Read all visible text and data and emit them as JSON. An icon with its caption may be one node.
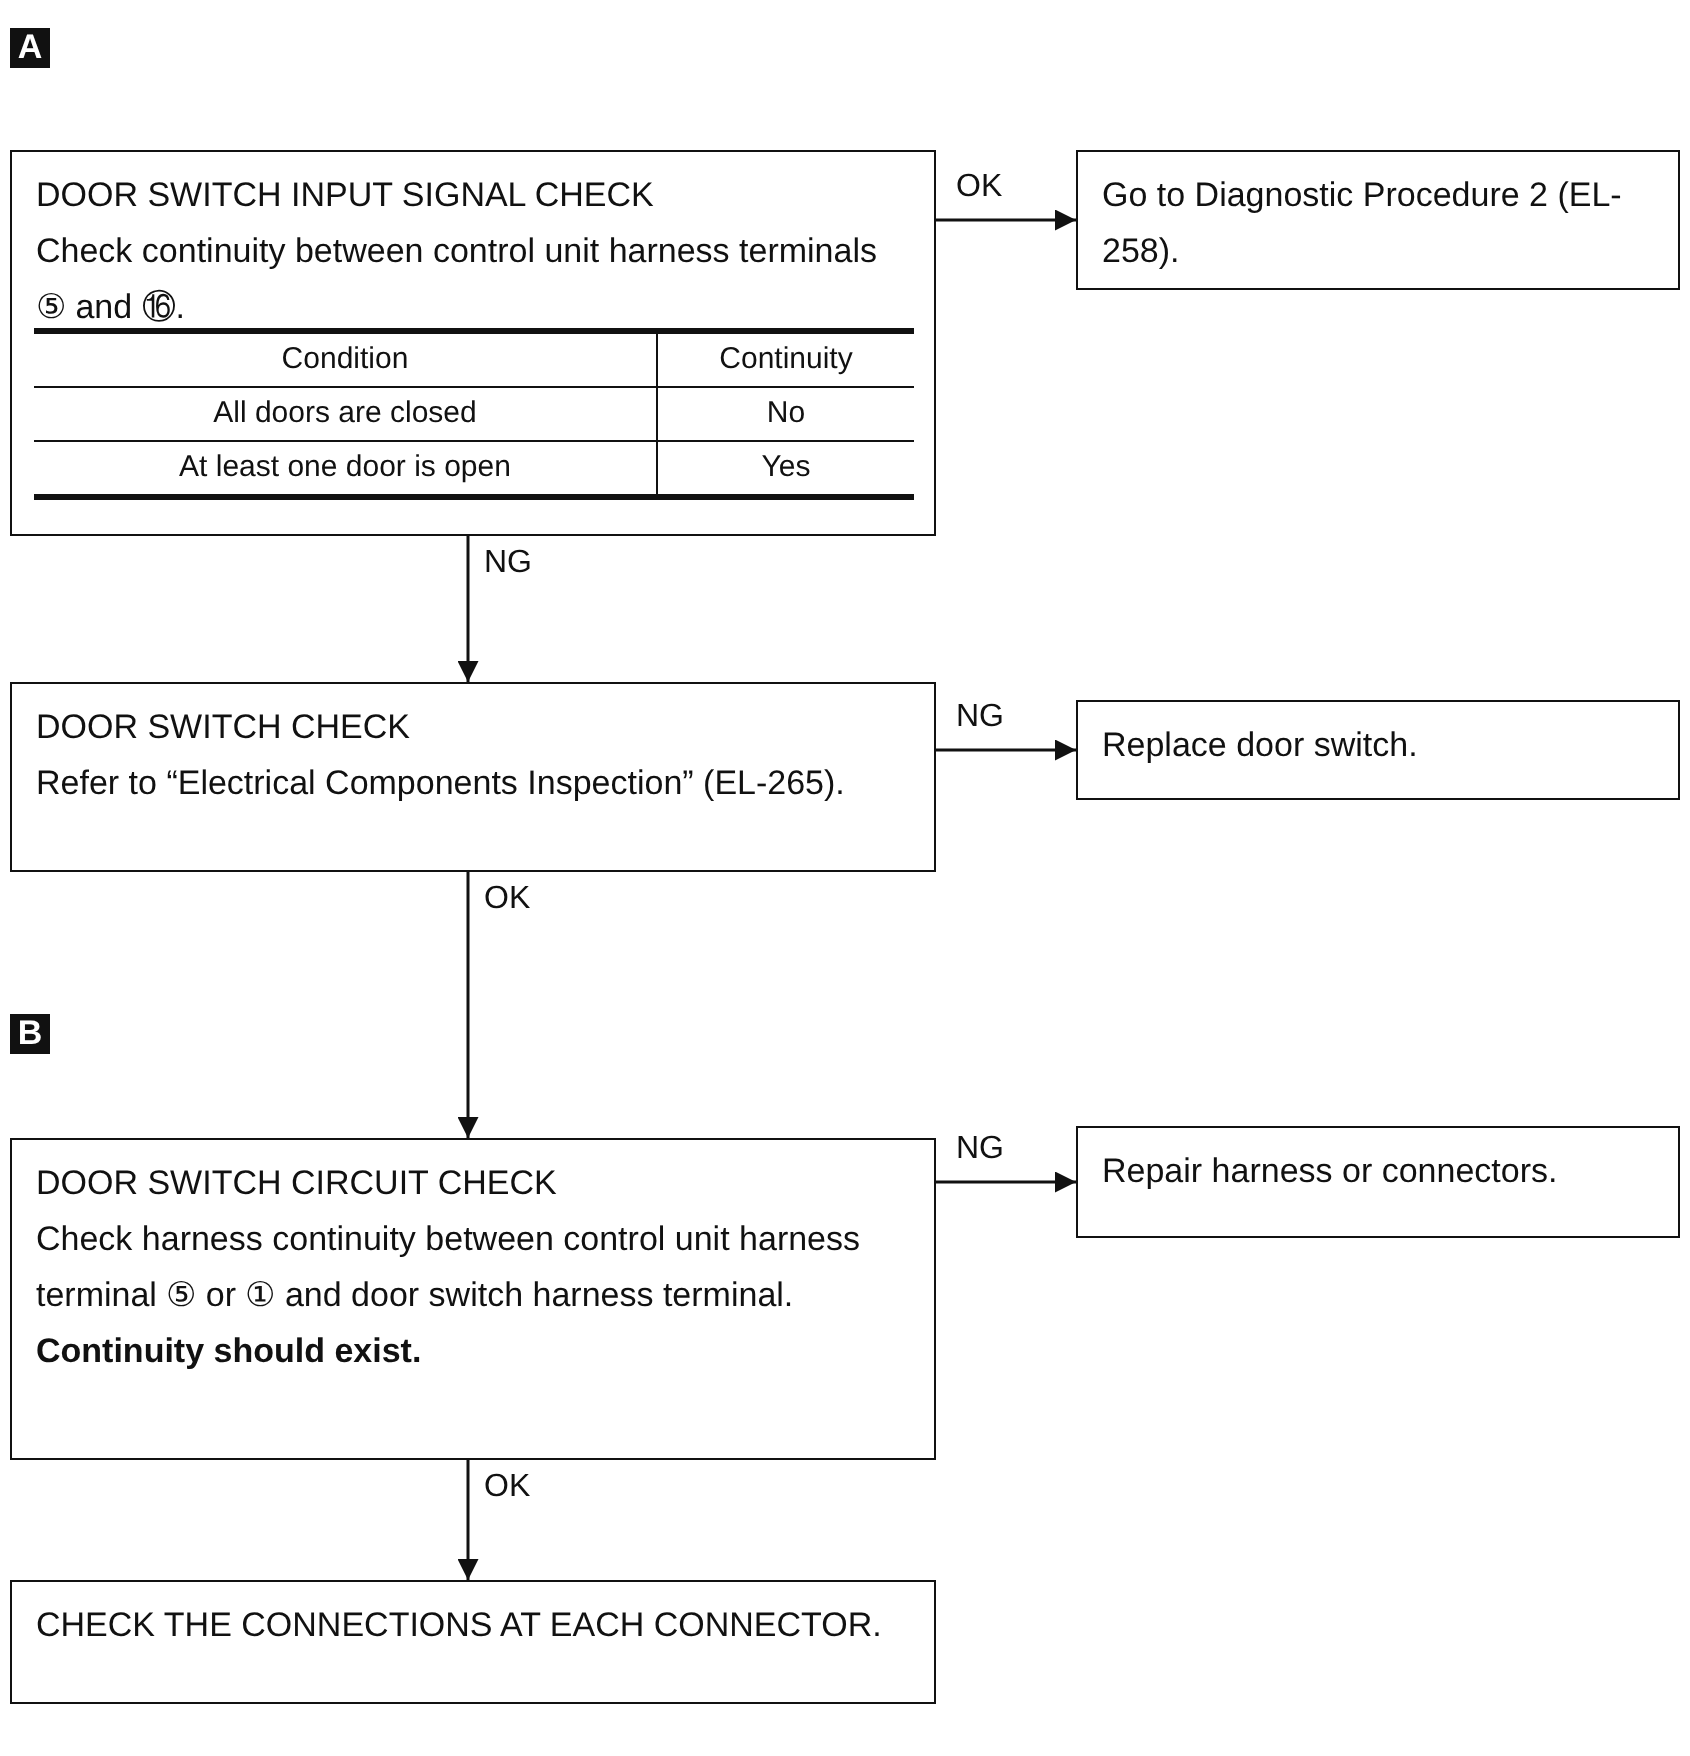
{
  "diagram": {
    "nodes": [
      {
        "text": [
          "DOOR SWITCH INPUT SIGNAL CHECK",
          "Check continuity between control unit harness terminals ⑤ and ⑯."
        ]
      },
      {
        "text": [
          "Go to Diagnostic Procedure 2 (EL-258)."
        ]
      },
      {
        "text": [
          "DOOR SWITCH CHECK",
          "Refer to “Electrical Components Inspection” (EL-265)."
        ]
      },
      {
        "text": [
          "Replace door switch."
        ]
      },
      {
        "text": [
          "DOOR SWITCH CIRCUIT CHECK",
          "Check harness continuity between control unit harness terminal ⑤ or ① and door switch harness terminal.",
          "Continuity should exist."
        ]
      },
      {
        "text": [
          "Repair harness or connectors."
        ]
      },
      {
        "text": [
          "CHECK THE CONNECTIONS AT EACH CONNECTOR."
        ]
      }
    ],
    "edges": [
      {
        "from": 0,
        "to": 1,
        "arrow": "to",
        "label": "OK"
      },
      {
        "from": 0,
        "to": 2,
        "arrow": "to",
        "label": "NG"
      },
      {
        "from": 2,
        "to": 3,
        "arrow": "to",
        "label": "NG"
      },
      {
        "from": 2,
        "to": 4,
        "arrow": "to",
        "label": "OK"
      },
      {
        "from": 4,
        "to": 5,
        "arrow": "to",
        "label": "NG"
      },
      {
        "from": 4,
        "to": 6,
        "arrow": "to",
        "label": "OK"
      }
    ],
    "labels": [
      "A",
      "Condition",
      "Continuity",
      "All doors are closed",
      "No",
      "At least one door is open",
      "Yes",
      "B"
    ]
  }
}
